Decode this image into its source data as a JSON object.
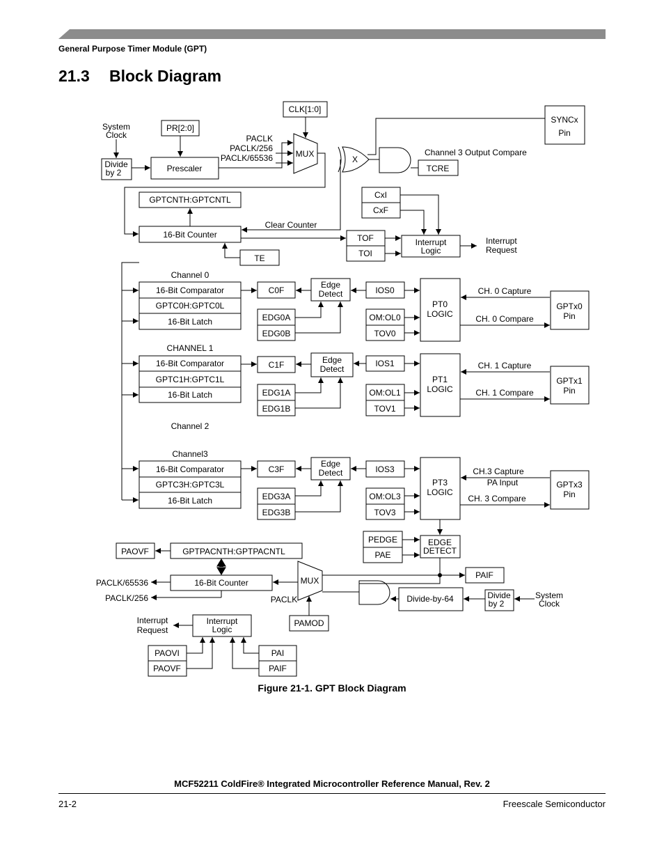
{
  "header": {
    "running_head": "General Purpose Timer Module (GPT)",
    "section_number": "21.3",
    "section_title": "Block Diagram"
  },
  "diagram": {
    "boxes": {
      "clk": "CLK[1:0]",
      "sync_1": "SYNCx",
      "sync_2": "Pin",
      "pr": "PR[2:0]",
      "div2_1": "Divide",
      "div2_2": "by 2",
      "prescaler": "Prescaler",
      "mux": "MUX",
      "tcre": "TCRE",
      "gptcnt": "GPTCNTH:GPTCNTL",
      "counter16": "16-Bit Counter",
      "te": "TE",
      "cxi": "CxI",
      "cxf": "CxF",
      "tof": "TOF",
      "toi": "TOI",
      "int_logic_1": "Interrupt",
      "int_logic_2": "Logic",
      "ch0_comp": "16-Bit Comparator",
      "ch0_reg": "GPTC0H:GPTC0L",
      "ch0_latch": "16-Bit Latch",
      "c0f": "C0F",
      "edge_1": "Edge",
      "edge_2": "Detect",
      "ios0": "IOS0",
      "edg0a": "EDG0A",
      "edg0b": "EDG0B",
      "omol0": "OM:OL0",
      "tov0": "TOV0",
      "pt0_1": "PT0",
      "pt0_2": "LOGIC",
      "gptx0_1": "GPTx0",
      "pin": "Pin",
      "ch1_comp": "16-Bit Comparator",
      "ch1_reg": "GPTC1H:GPTC1L",
      "ch1_latch": "16-Bit Latch",
      "c1f": "C1F",
      "ios1": "IOS1",
      "edg1a": "EDG1A",
      "edg1b": "EDG1B",
      "omol1": "OM:OL1",
      "tov1": "TOV1",
      "pt1_1": "PT1",
      "pt1_2": "LOGIC",
      "gptx1_1": "GPTx1",
      "ch3_comp": "16-Bit Comparator",
      "ch3_reg": "GPTC3H:GPTC3L",
      "ch3_latch": "16-Bit Latch",
      "c3f": "C3F",
      "ios3": "IOS3",
      "edg3a": "EDG3A",
      "edg3b": "EDG3B",
      "omol3": "OM:OL3",
      "tov3": "TOV3",
      "pt3_1": "PT3",
      "pt3_2": "LOGIC",
      "gptx3_1": "GPTx3",
      "pedge": "PEDGE",
      "pae": "PAE",
      "edge_detect_1": "EDGE",
      "edge_detect_2": "DETECT",
      "paovf_top": "PAOVF",
      "gptpacnt": "GPTPACNTH:GPTPACNTL",
      "pa_counter": "16-Bit Counter",
      "pa_mux": "MUX",
      "paif_right": "PAIF",
      "div64": "Divide-by-64",
      "pa_div2_1": "Divide",
      "pa_div2_2": "by 2",
      "pamod": "PAMOD",
      "pa_int_1": "Interrupt",
      "pa_int_2": "Logic",
      "paovi": "PAOVI",
      "paovf_bottom": "PAOVF",
      "pai": "PAI",
      "paif_bottom": "PAIF"
    },
    "labels": {
      "sys_clock_1": "System",
      "sys_clock_2": "Clock",
      "paclk": "PACLK",
      "paclk256": "PACLK/256",
      "paclk65536": "PACLK/65536",
      "x": "X",
      "ch3_out_compare": "Channel 3 Output Compare",
      "clear_counter": "Clear Counter",
      "int_req_1": "Interrupt",
      "int_req_2": "Request",
      "channel0": "Channel 0",
      "ch0_capture": "CH. 0 Capture",
      "ch0_compare": "CH. 0 Compare",
      "channel1": "CHANNEL 1",
      "ch1_capture": "CH. 1 Capture",
      "ch1_compare": "CH. 1 Compare",
      "channel2": "Channel 2",
      "channel3": "Channel3",
      "ch3_capture": "CH.3 Capture",
      "pa_input": "PA Input",
      "ch3_compare": "CH. 3 Compare",
      "pa_out_65536": "PACLK/65536",
      "pa_out_256": "PACLK/256",
      "pa_paclk": "PACLK",
      "pa_sys_1": "System",
      "pa_sys_2": "Clock",
      "pa_int_req_1": "Interrupt",
      "pa_int_req_2": "Request"
    }
  },
  "caption": "Figure 21-1. GPT Block Diagram",
  "footer": {
    "title": "MCF52211 ColdFire® Integrated Microcontroller Reference Manual, Rev. 2",
    "page_number": "21-2",
    "publisher": "Freescale Semiconductor"
  }
}
